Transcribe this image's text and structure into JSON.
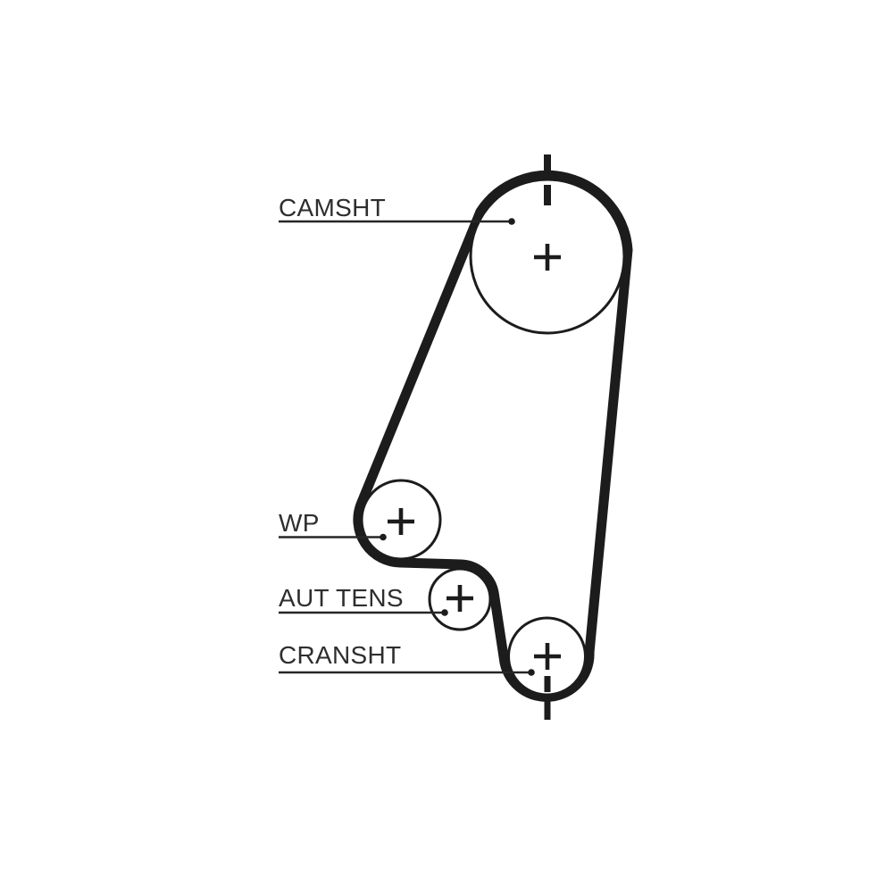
{
  "diagram": {
    "type": "timing-belt-routing-diagram",
    "background": "#ffffff",
    "ink_color": "#1c1c1c",
    "text_color": "#2e2e2e",
    "labels": {
      "camshaft": "CAMSHT",
      "water_pump": "WP",
      "tensioner": "AUT TENS",
      "crankshaft": "CRANSHT"
    },
    "components": [
      {
        "id": "camshaft-pulley",
        "label": "CAMSHT",
        "marker": "center-cross",
        "centerline": "dashed-top"
      },
      {
        "id": "water-pump-pulley",
        "label": "WP",
        "marker": "center-cross"
      },
      {
        "id": "tensioner-pulley",
        "label": "AUT TENS",
        "marker": "center-cross"
      },
      {
        "id": "crankshaft-pulley",
        "label": "CRANSHT",
        "marker": "center-cross",
        "centerline": "dashed-bottom"
      }
    ]
  }
}
